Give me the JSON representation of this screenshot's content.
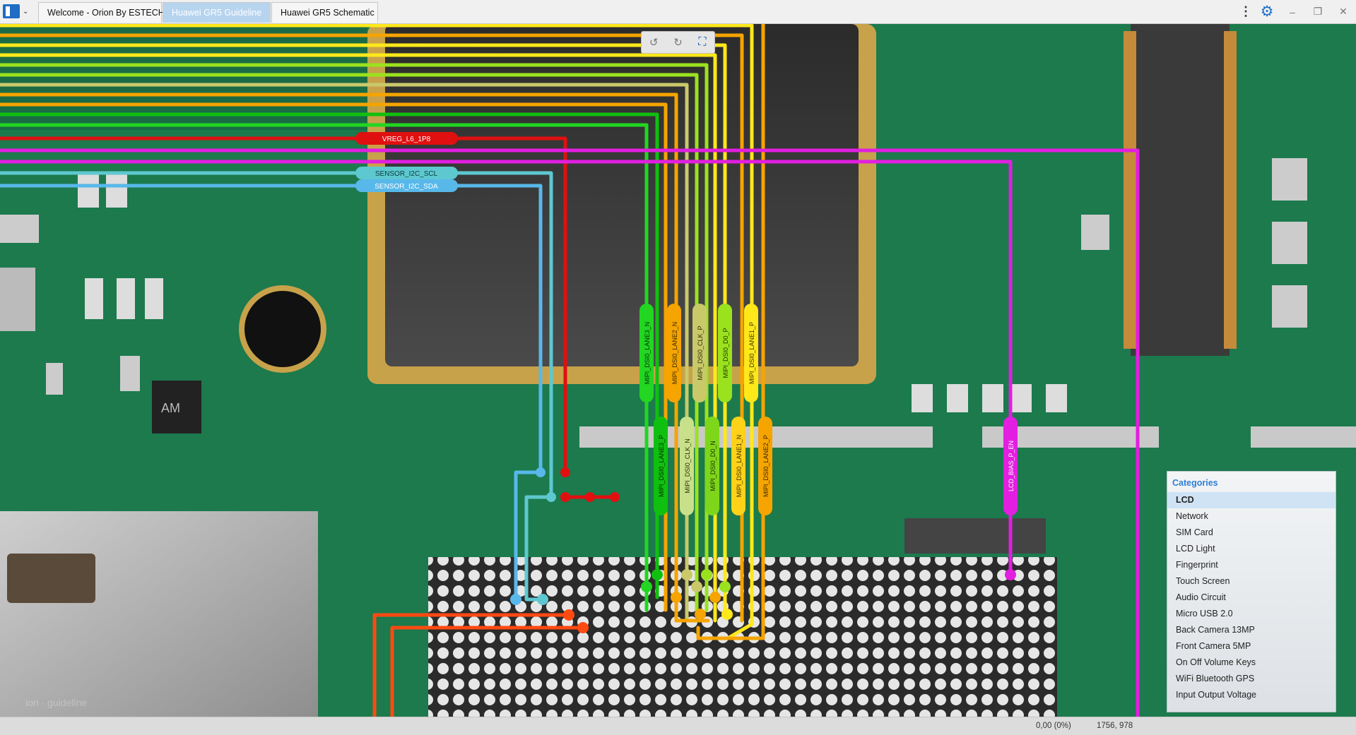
{
  "tabs": [
    {
      "label": "Welcome - Orion By ESTECH"
    },
    {
      "label": "Huawei GR5 Guideline"
    },
    {
      "label": "Huawei GR5 Schematic"
    }
  ],
  "toolbar_icons": [
    "rotate-left-icon",
    "rotate-right-icon",
    "fit-screen-icon"
  ],
  "nets": {
    "vreg": "VREG_L6_1P8",
    "scl": "SENSOR_I2C_SCL",
    "sda": "SENSOR_I2C_SDA",
    "lane3n": "MIPI_DSI0_LANE3_N",
    "lane2n": "MIPI_DSI0_LANE2_N",
    "clkp": "MIPI_DSI0_CLK_P",
    "d0p": "MIPI_DSI0_D0_P",
    "lane1p": "MIPI_DSI0_LANE1_P",
    "lane3p": "MIPI_DSI0_LANE3_P",
    "clkn": "MIPI_DSI0_CLK_N",
    "d0n": "MIPI_DSI0_D0_N",
    "lane1n": "MIPI_DSI0_LANE1_N",
    "lane2p": "MIPI_DSI0_LANE2_P",
    "bias": "LCD_BIAS_P_EN"
  },
  "chip_marking": "AM",
  "categories": {
    "title": "Categories",
    "selected": "LCD",
    "items": [
      "LCD",
      "Network",
      "SIM Card",
      "LCD Light",
      "Fingerprint",
      "Touch Screen",
      "Audio Circuit",
      "Micro USB 2.0",
      "Back Camera 13MP",
      "Front Camera 5MP",
      "On Off Volume Keys",
      "WiFi Bluetooth GPS",
      "Input  Output Voltage"
    ]
  },
  "status": {
    "zoom": "0,00 (0%)",
    "coords": "1756, 978"
  },
  "colors": {
    "board": "#1c7a4d",
    "vreg": "#e01010",
    "scl": "#5ec8d0",
    "sda": "#58b8ea",
    "green": "#22d622",
    "green2": "#10c010",
    "orange": "#f5a400",
    "khaki": "#c9c96a",
    "lime": "#9be21e",
    "yellow": "#ffe81a",
    "magenta": "#e21ee0",
    "red_orange": "#ff4a12",
    "accent": "#1f6fc9"
  }
}
